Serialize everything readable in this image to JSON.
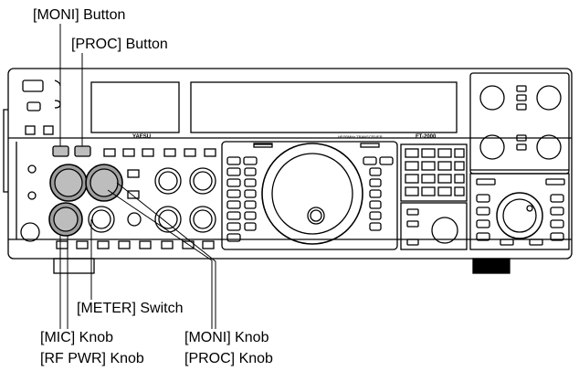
{
  "diagram": {
    "brand": "YAESU",
    "model": "FT-2000",
    "model_subtitle": "HF/50MHz TRANSCEIVER",
    "callouts": {
      "moni_button": "[MONI] Button",
      "proc_button": "[PROC] Button",
      "meter_switch": "[METER] Switch",
      "mic_knob": "[MIC] Knob",
      "rf_pwr_knob": "[RF PWR] Knob",
      "moni_knob": "[MONI] Knob",
      "proc_knob": "[PROC] Knob"
    }
  }
}
